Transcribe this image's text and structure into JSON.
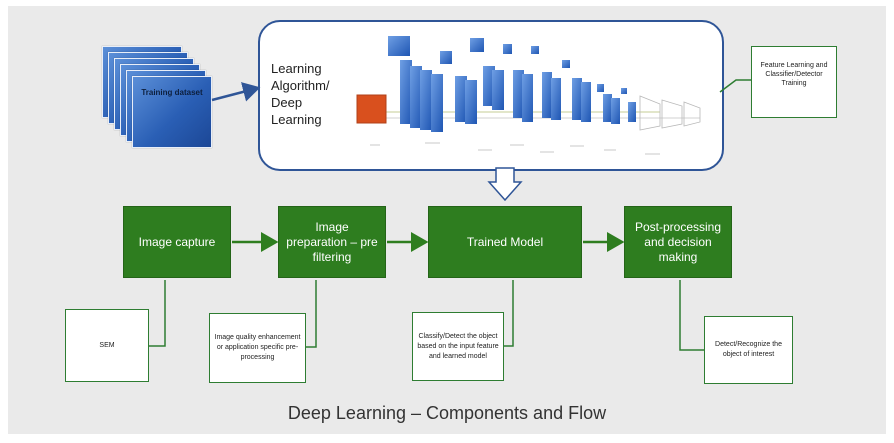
{
  "dataset": {
    "label": "Training dataset"
  },
  "learning": {
    "lines": [
      "Learning",
      "Algorithm/",
      "Deep",
      "Learning"
    ]
  },
  "side_box": {
    "text": "Feature Learning and Classifier/Detector Training"
  },
  "steps": [
    {
      "label": "Image capture"
    },
    {
      "label": "Image preparation – pre filtering"
    },
    {
      "label": "Trained Model"
    },
    {
      "label": "Post-processing and decision making"
    }
  ],
  "notes": [
    {
      "text": "SEM"
    },
    {
      "text": "Image quality enhancement or application specific pre-processing"
    },
    {
      "text": "Classify/Detect the object based on the input feature and learned model"
    },
    {
      "text": "Detect/Recognize the object of interest"
    }
  ],
  "caption": "Deep Learning – Components and Flow",
  "colors": {
    "green": "#2e7d1f",
    "blue": "#2f5597",
    "orange": "#d9501e"
  }
}
